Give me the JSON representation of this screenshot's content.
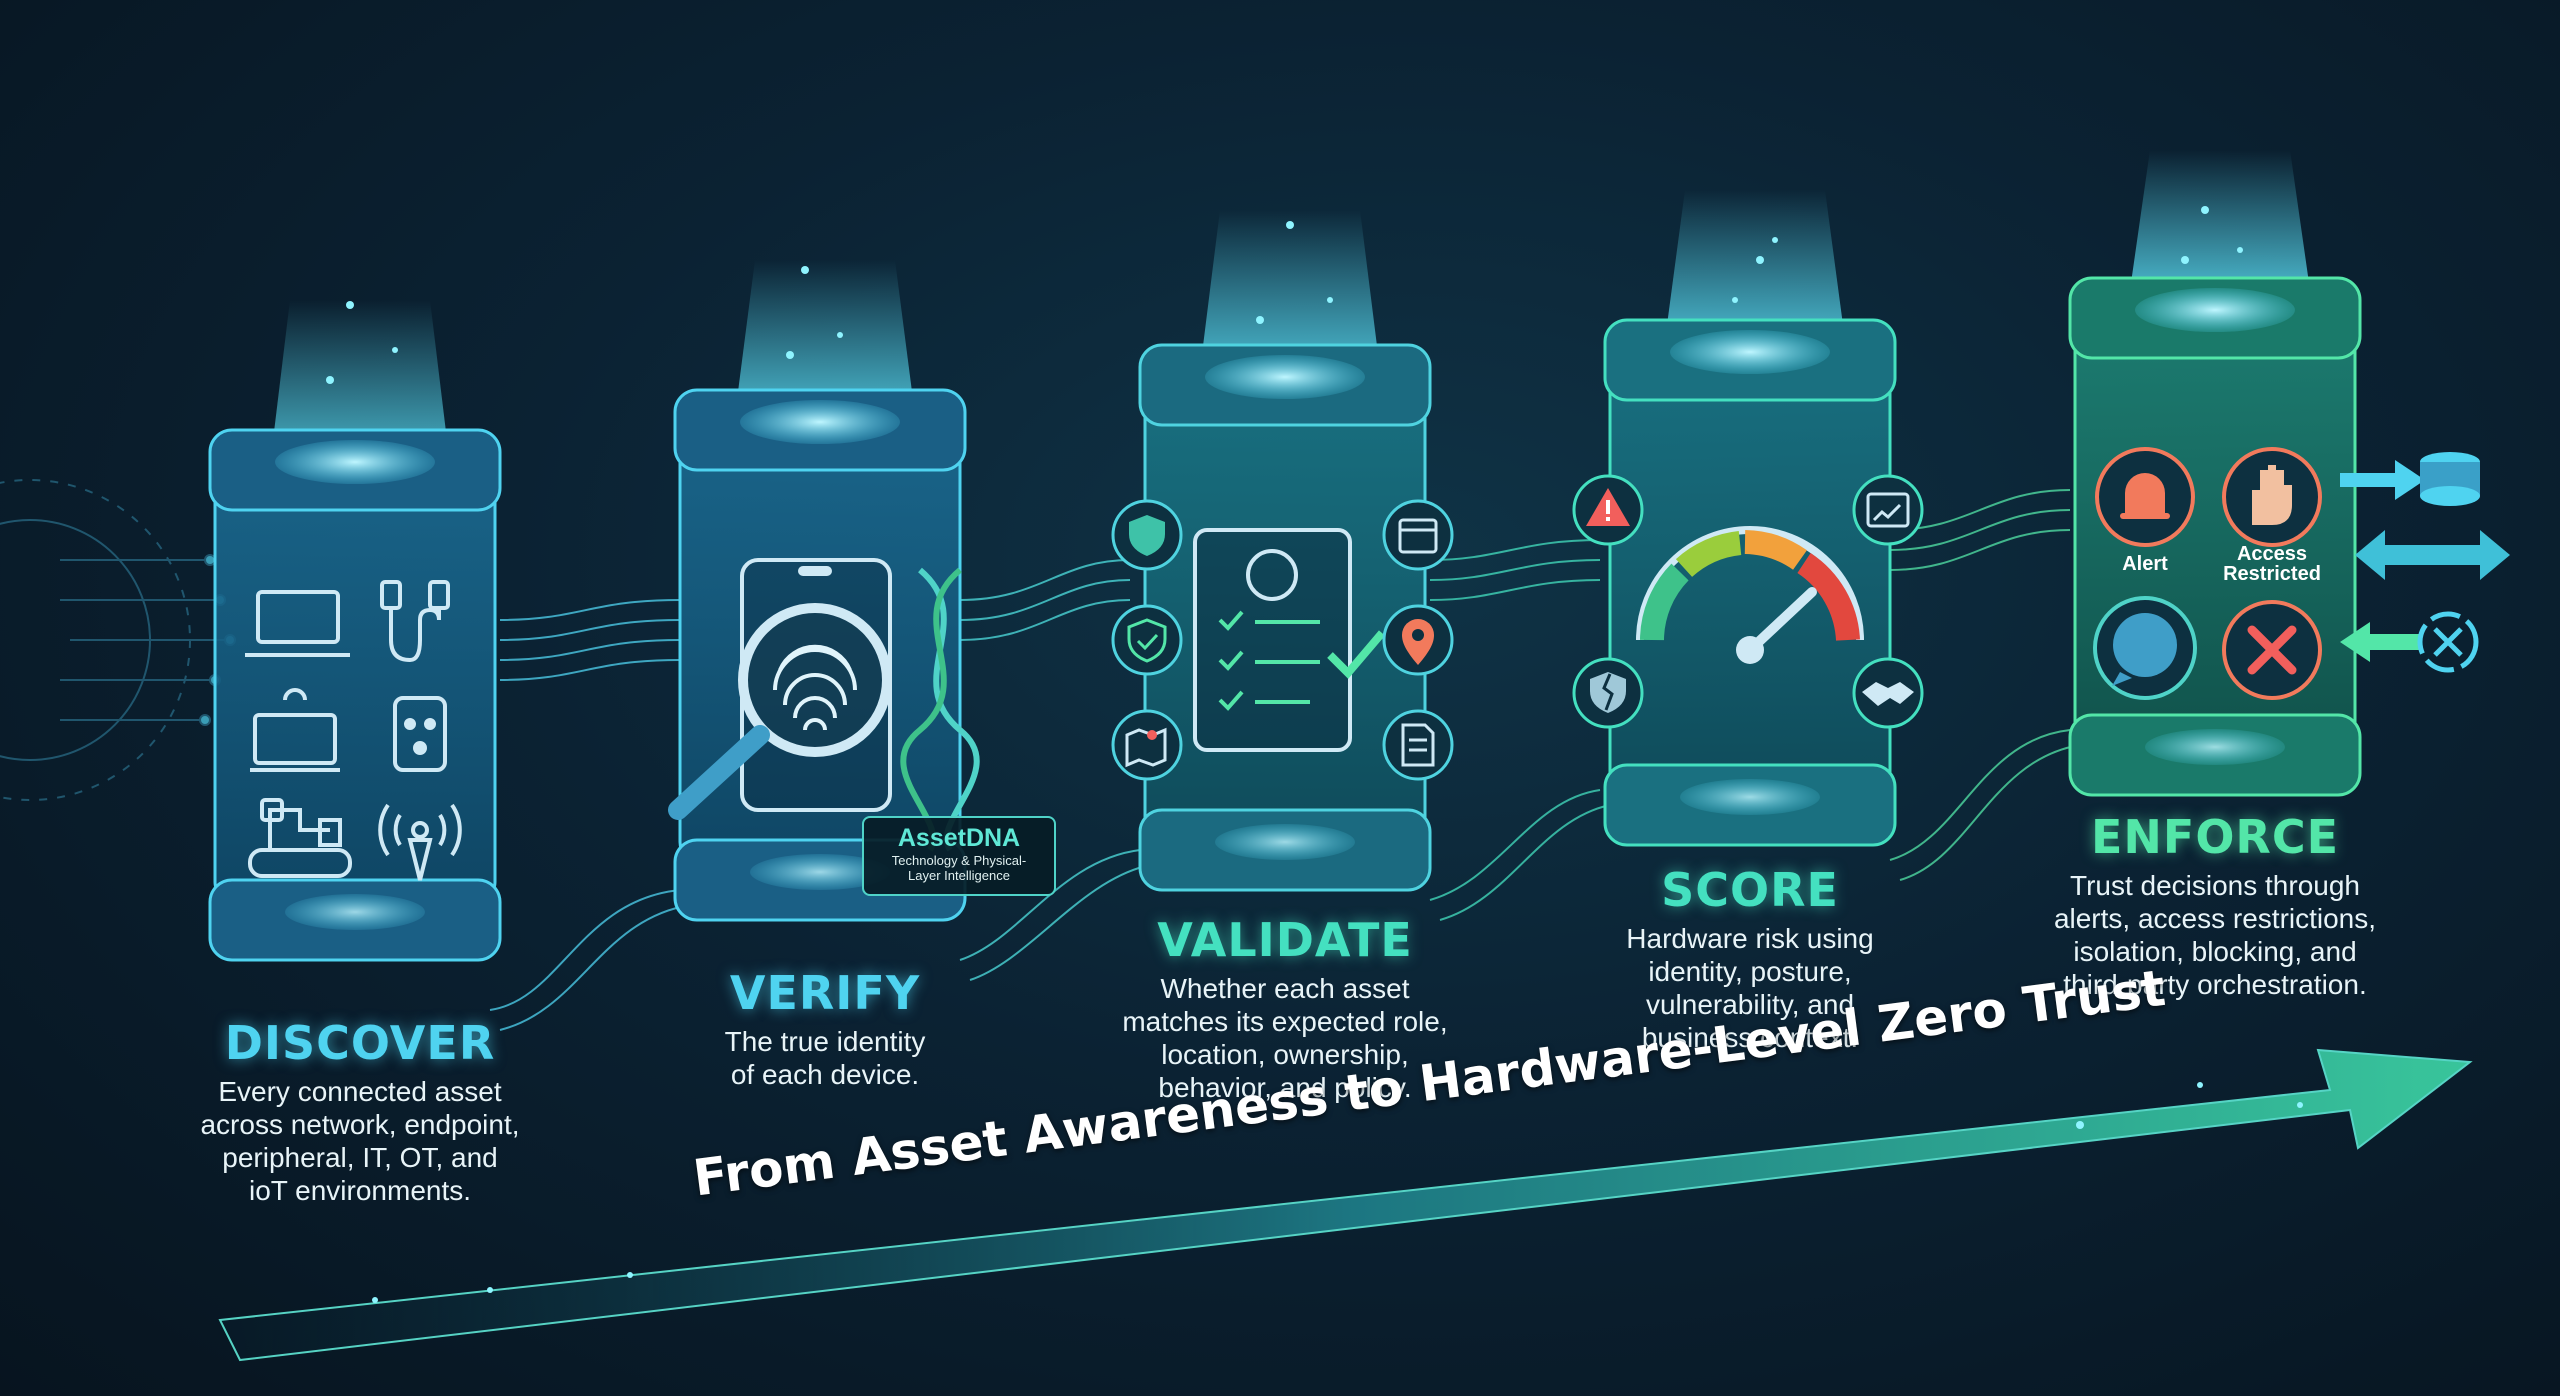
{
  "stages": [
    {
      "title": "DISCOVER",
      "desc": [
        "Every connected asset",
        "across network, endpoint,",
        "peripheral, IT, OT, and",
        "ioT environments."
      ]
    },
    {
      "title": "VERIFY",
      "desc": [
        "The true identity",
        "of each device."
      ]
    },
    {
      "title": "VALIDATE",
      "desc": [
        "Whether each asset",
        "matches its expected role,",
        "location, ownership,",
        "behavior, and policy."
      ]
    },
    {
      "title": "SCORE",
      "desc": [
        "Hardware risk using",
        "identity, posture,",
        "vulnerability, and",
        "business context."
      ]
    },
    {
      "title": "ENFORCE",
      "desc": [
        "Trust decisions through",
        "alerts, access restrictions,",
        "isolation, blocking, and",
        "third-party orchestration."
      ]
    }
  ],
  "asset_dna": {
    "title": "AssetDNA",
    "subtitle_line1": "Technology & Physical-",
    "subtitle_line2": "Layer Intelligence"
  },
  "enforce_labels": {
    "alert": "Alert",
    "access_line1": "Access",
    "access_line2": "Restricted"
  },
  "banner": "From Asset Awareness to Hardware-Level Zero Trust",
  "colors": {
    "cyan": "#4fd3f0",
    "teal": "#44e0c0",
    "green": "#53e6a8",
    "background": "#0b2233"
  },
  "icons": {
    "discover": [
      "laptop-icon",
      "cable-icon",
      "desktop-icon",
      "power-outlet-icon",
      "industrial-robot-icon",
      "wireless-tower-icon"
    ],
    "verify": [
      "smartphone-icon",
      "fingerprint-magnifier-icon",
      "dna-helix-icon"
    ],
    "validate": [
      "shield-icon",
      "shield-check-icon",
      "map-pin-icon",
      "profile-checklist-icon",
      "calendar-icon",
      "location-pin-icon",
      "document-icon"
    ],
    "score": [
      "warning-icon",
      "broken-shield-icon",
      "risk-gauge-icon",
      "browser-chart-icon",
      "handshake-icon"
    ],
    "enforce": [
      "alarm-bell-icon",
      "stop-hand-icon",
      "chat-bubble-icon",
      "close-x-icon",
      "database-icon",
      "bidirectional-arrow-icon",
      "blocked-circle-icon"
    ]
  }
}
